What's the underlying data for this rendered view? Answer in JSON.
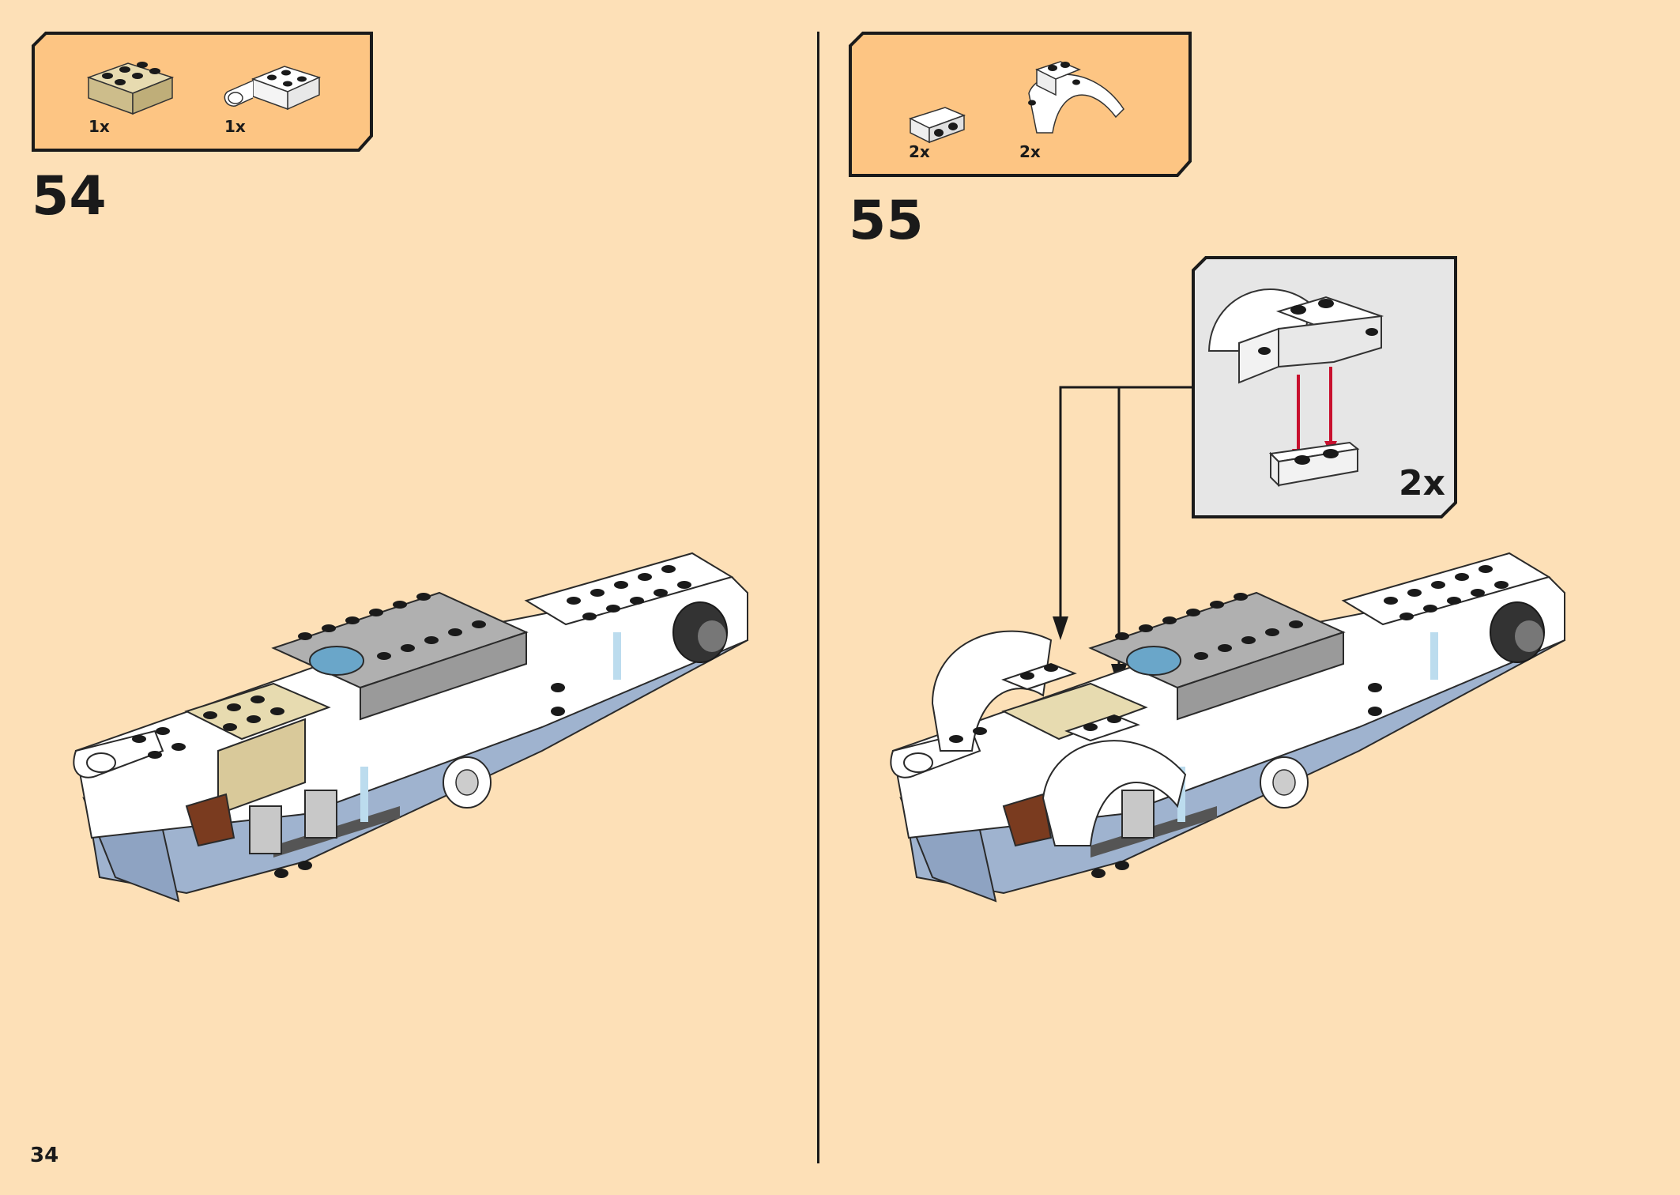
{
  "page_number": "34",
  "steps": [
    {
      "number": "54",
      "parts": [
        {
          "qty": "1x",
          "icon": "tan-2x3-brick-icon"
        },
        {
          "qty": "1x",
          "icon": "white-clip-brick-icon"
        }
      ]
    },
    {
      "number": "55",
      "parts": [
        {
          "qty": "2x",
          "icon": "white-1x2-bracket-icon"
        },
        {
          "qty": "2x",
          "icon": "white-arch-mudguard-icon"
        }
      ],
      "callout_qty": "2x"
    }
  ],
  "colors": {
    "background": "#fde0b7",
    "parts_box": "#fdc583",
    "callout_bg": "#e6e6e6",
    "arrow_red": "#c8102e",
    "tan": "#d9c99a",
    "sand_blue": "#9fb3cf",
    "medium_blue": "#6aa6c9"
  }
}
